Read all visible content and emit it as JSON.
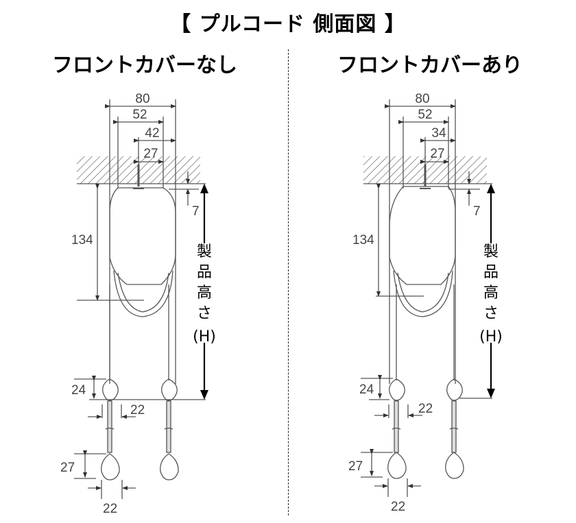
{
  "title": "【 プルコード 側面図 】",
  "panels": [
    {
      "heading": "フロントカバーなし",
      "dims": {
        "width_total": "80",
        "width_inner": "52",
        "offset_a": "42",
        "offset_b": "27",
        "gap_top": "7",
        "body_height": "134",
        "upper_knob_height": "24",
        "upper_knob_width": "22",
        "lower_knob_height": "27",
        "lower_knob_width": "22"
      },
      "product_height_label": [
        "製",
        "品",
        "高",
        "さ",
        "(H)"
      ]
    },
    {
      "heading": "フロントカバーあり",
      "dims": {
        "width_total": "80",
        "width_inner": "52",
        "offset_a": "34",
        "offset_b": "27",
        "gap_top": "7",
        "body_height": "134",
        "upper_knob_height": "24",
        "upper_knob_width": "22",
        "lower_knob_height": "27",
        "lower_knob_width": "22"
      },
      "product_height_label": [
        "製",
        "品",
        "高",
        "さ",
        "(H)"
      ]
    }
  ],
  "colors": {
    "line": "#555555",
    "arrow": "#000000",
    "hatch": "#666666"
  }
}
